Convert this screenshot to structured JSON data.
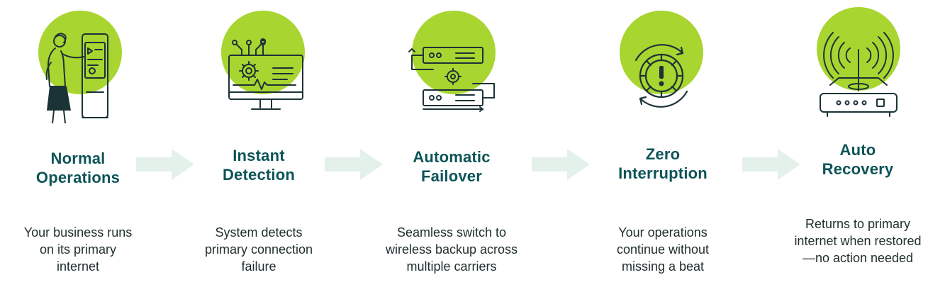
{
  "steps": [
    {
      "title": [
        "Normal",
        "Operations"
      ],
      "desc": [
        "Your business runs",
        "on its primary",
        "internet"
      ]
    },
    {
      "title": [
        "Instant",
        "Detection"
      ],
      "desc": [
        "System detects",
        "primary connection",
        "failure"
      ]
    },
    {
      "title": [
        "Automatic",
        "Failover"
      ],
      "desc": [
        "Seamless switch to",
        "wireless backup across",
        "multiple carriers"
      ]
    },
    {
      "title": [
        "Zero",
        "Interruption"
      ],
      "desc": [
        "Your operations",
        "continue without",
        "missing a beat"
      ]
    },
    {
      "title": [
        "Auto",
        "Recovery"
      ],
      "desc": [
        "Returns to primary",
        "internet when restored",
        "—no action needed"
      ]
    }
  ],
  "icons": [
    "person-kiosk-icon",
    "monitor-gear-circuit-icon",
    "server-failover-icon",
    "gear-warning-icon",
    "wireless-router-icon"
  ],
  "colors": {
    "accent": "#a8d530",
    "title": "#0d5458",
    "text": "#1f2d2d",
    "arrow": "#e4f1ea",
    "line": "#1b3337"
  }
}
